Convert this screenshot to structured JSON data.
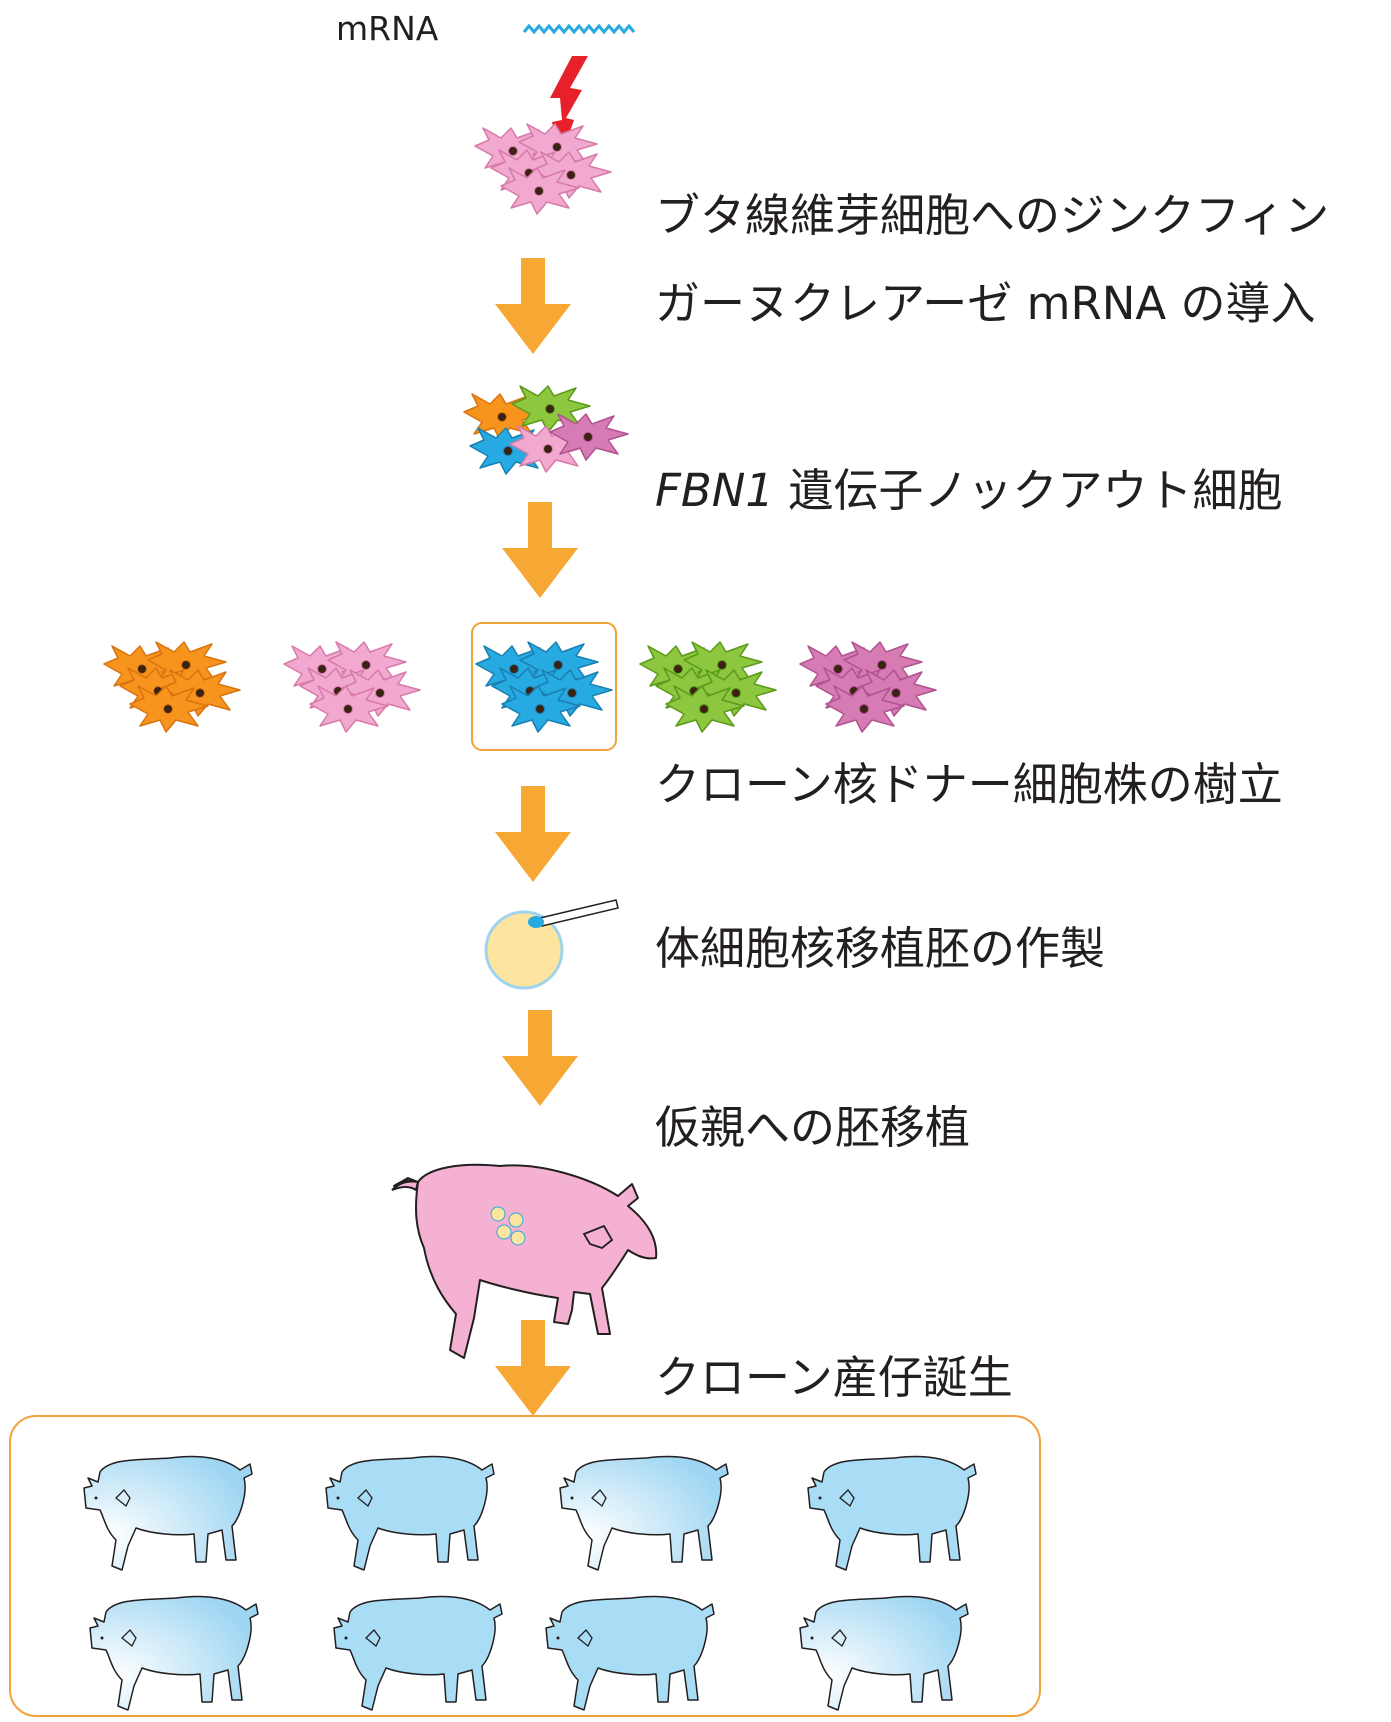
{
  "mrna_label": "mRNA",
  "steps": [
    {
      "text": "ブタ線維芽細胞へのジンクフィン"
    },
    {
      "text": "ガーヌクレアーゼ mRNA の導入"
    },
    {
      "gene": "FBN1",
      "text": " 遺伝子ノックアウト細胞"
    },
    {
      "text": "クローン核ドナー細胞株の樹立"
    },
    {
      "text": "体細胞核移植胚の作製"
    },
    {
      "text": "仮親への胚移植"
    },
    {
      "text": "クローン産仔誕生"
    }
  ],
  "colors": {
    "arrow": "#f7a733",
    "box_border": "#f2a23a",
    "mrna": "#29a9e0",
    "lightning": "#e8202a",
    "cell_pink": "#f2a9cf",
    "cell_orange": "#f7941d",
    "cell_teal": "#27aae1",
    "cell_green": "#8dc63f",
    "cell_magenta": "#d67bb4",
    "surrogate_pig": "#f4b1d1",
    "embryo": "#fde5a0",
    "piglet_blue": "#a9dcf5"
  },
  "icons": [
    "mrna-wave-icon",
    "lightning-icon",
    "cell-cluster-icon",
    "arrow-down-icon",
    "embryo-icon",
    "pipette-icon",
    "pig-icon",
    "piglet-icon"
  ]
}
